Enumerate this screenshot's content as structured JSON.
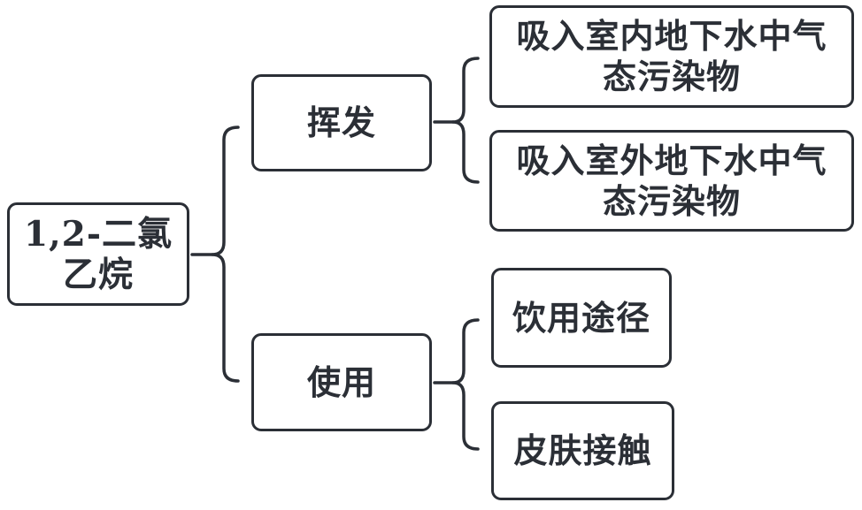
{
  "colors": {
    "stroke": "#2b2f36",
    "text": "#2b2f36",
    "background": "#ffffff"
  },
  "nodes": {
    "root": {
      "label": "1,2-二氯乙烷",
      "lines": [
        "1,2-二氯",
        "乙烷"
      ]
    },
    "volatilization": {
      "label": "挥发",
      "lines": [
        "挥发"
      ]
    },
    "use": {
      "label": "使用",
      "lines": [
        "使用"
      ]
    },
    "indoor_inhalation": {
      "label": "吸入室内地下水中气态污染物",
      "lines": [
        "吸入室内地下水中气",
        "态污染物"
      ]
    },
    "outdoor_inhalation": {
      "label": "吸入室外地下水中气态污染物",
      "lines": [
        "吸入室外地下水中气",
        "态污染物"
      ]
    },
    "drinking": {
      "label": "饮用途径",
      "lines": [
        "饮用途径"
      ]
    },
    "skin_contact": {
      "label": "皮肤接触",
      "lines": [
        "皮肤接触"
      ]
    }
  },
  "tree": {
    "root": "1,2-二氯乙烷",
    "children": [
      {
        "label": "挥发",
        "children": [
          "吸入室内地下水中气态污染物",
          "吸入室外地下水中气态污染物"
        ]
      },
      {
        "label": "使用",
        "children": [
          "饮用途径",
          "皮肤接触"
        ]
      }
    ]
  }
}
